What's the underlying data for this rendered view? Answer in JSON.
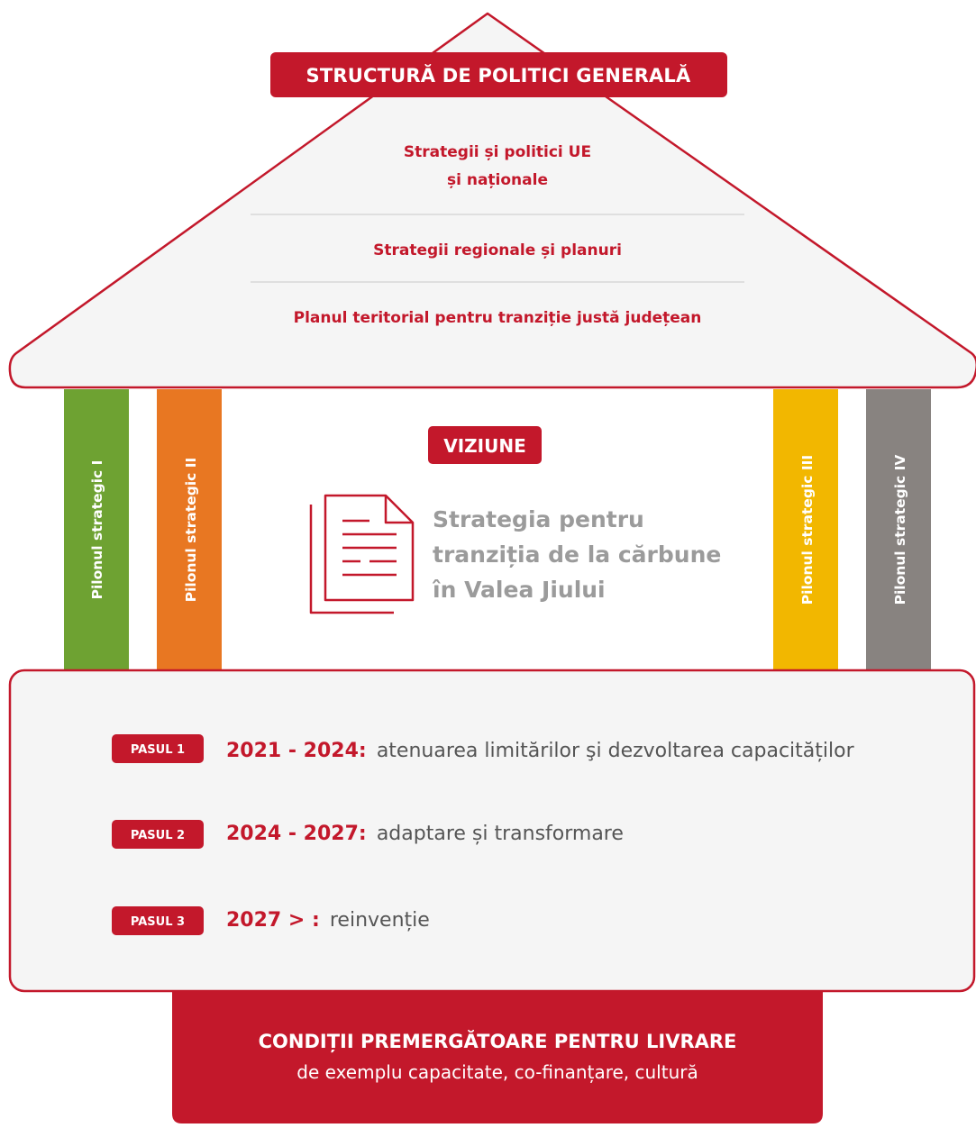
{
  "roof": {
    "title": "STRUCTURĂ DE POLITICI GENERALĂ",
    "lines": [
      "Strategii și politici UE",
      "și naționale",
      "Strategii regionale și planuri",
      "Planul teritorial pentru tranziție justă județean"
    ]
  },
  "pillars": [
    {
      "label": "Pilonul strategic  I",
      "color": "#6ea232"
    },
    {
      "label": "Pilonul strategic  II",
      "color": "#e87722"
    },
    {
      "label": "Pilonul strategic  III",
      "color": "#f2b700"
    },
    {
      "label": "Pilonul strategic  IV",
      "color": "#888380"
    }
  ],
  "vision": {
    "label": "VIZIUNE",
    "icon": "document-icon",
    "text_lines": [
      "Strategia pentru",
      "tranziția de la cărbune",
      "în Valea Jiului"
    ]
  },
  "steps": [
    {
      "badge": "PASUL 1",
      "years": "2021 - 2024:",
      "desc": "atenuarea limitărilor şi dezvoltarea capacităților"
    },
    {
      "badge": "PASUL 2",
      "years": "2024 - 2027:",
      "desc": "adaptare și transformare"
    },
    {
      "badge": "PASUL 3",
      "years": "2027 > :",
      "desc": "reinvenție"
    }
  ],
  "foundation": {
    "title": "CONDIȚII PREMERGĂTOARE PENTRU LIVRARE",
    "subtitle": "de exemplu capacitate, co-finanțare, cultură"
  },
  "colors": {
    "accent_red": "#c3182b",
    "panel_bg": "#f5f5f5",
    "outline": "#c3182b",
    "muted_text": "#9b9b9b",
    "body_text": "#555555"
  }
}
